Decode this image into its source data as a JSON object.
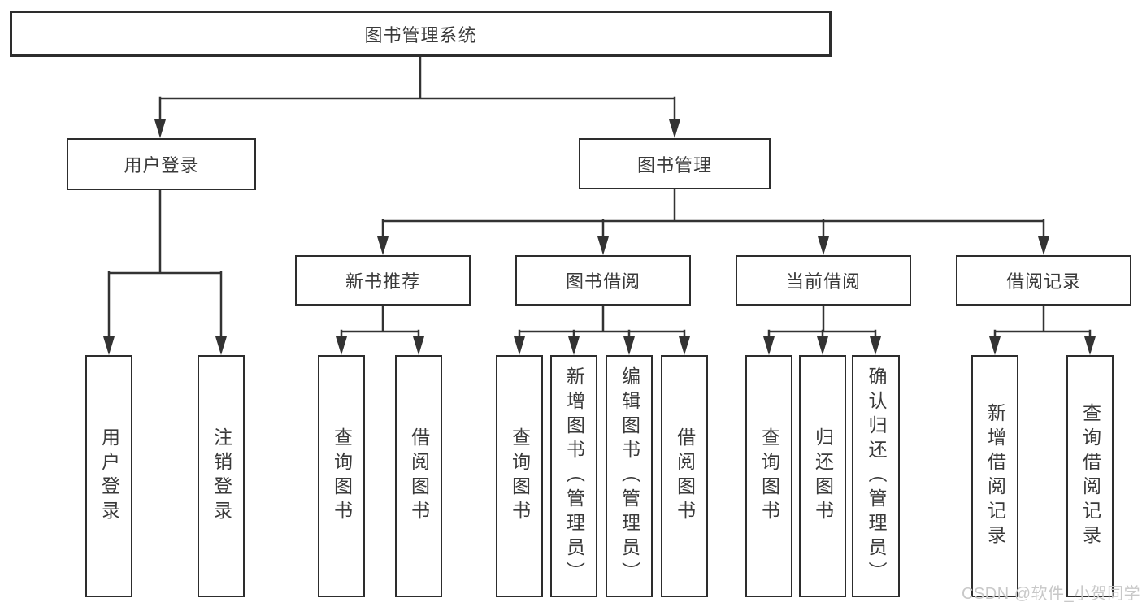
{
  "diagram_type": "hierarchy-tree",
  "root": {
    "label": "图书管理系统",
    "children": [
      {
        "label": "用户登录",
        "children": [
          {
            "label": "用户登录"
          },
          {
            "label": "注销登录"
          }
        ]
      },
      {
        "label": "图书管理",
        "children": [
          {
            "label": "新书推荐",
            "children": [
              {
                "label": "查询图书"
              },
              {
                "label": "借阅图书"
              }
            ]
          },
          {
            "label": "图书借阅",
            "children": [
              {
                "label": "查询图书"
              },
              {
                "label": "新增图书（管理员）"
              },
              {
                "label": "编辑图书（管理员）"
              },
              {
                "label": "借阅图书"
              }
            ]
          },
          {
            "label": "当前借阅",
            "children": [
              {
                "label": "查询图书"
              },
              {
                "label": "归还图书"
              },
              {
                "label": "确认归还（管理员）"
              }
            ]
          },
          {
            "label": "借阅记录",
            "children": [
              {
                "label": "新增借阅记录"
              },
              {
                "label": "查询借阅记录"
              }
            ]
          }
        ]
      }
    ]
  },
  "watermark": "CSDN @软件_小贺同学",
  "colors": {
    "background": "#ffffff",
    "line": "#333333",
    "box_border": "#2d2d2d",
    "text": "#3a3a3a",
    "watermark": "#c8c8c8"
  }
}
